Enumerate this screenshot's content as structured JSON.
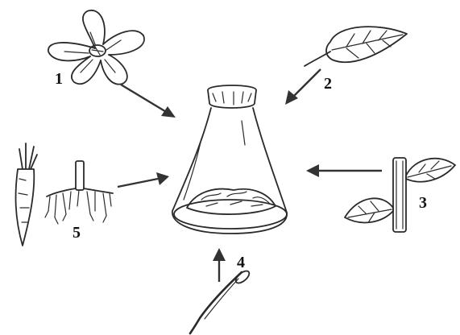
{
  "diagram": {
    "sources": [
      {
        "id": "flower",
        "number": "1",
        "icon": "flower-icon"
      },
      {
        "id": "leaf",
        "number": "2",
        "icon": "leaf-icon"
      },
      {
        "id": "stem",
        "number": "3",
        "icon": "stem-with-leaves-icon"
      },
      {
        "id": "anther",
        "number": "4",
        "icon": "anther-icon"
      },
      {
        "id": "root",
        "number": "5",
        "icon": "root-and-carrot-icon"
      }
    ],
    "center": {
      "icon": "culture-flask-icon"
    },
    "colors": {
      "ink": "#2a2a2a",
      "background": "#ffffff"
    }
  }
}
